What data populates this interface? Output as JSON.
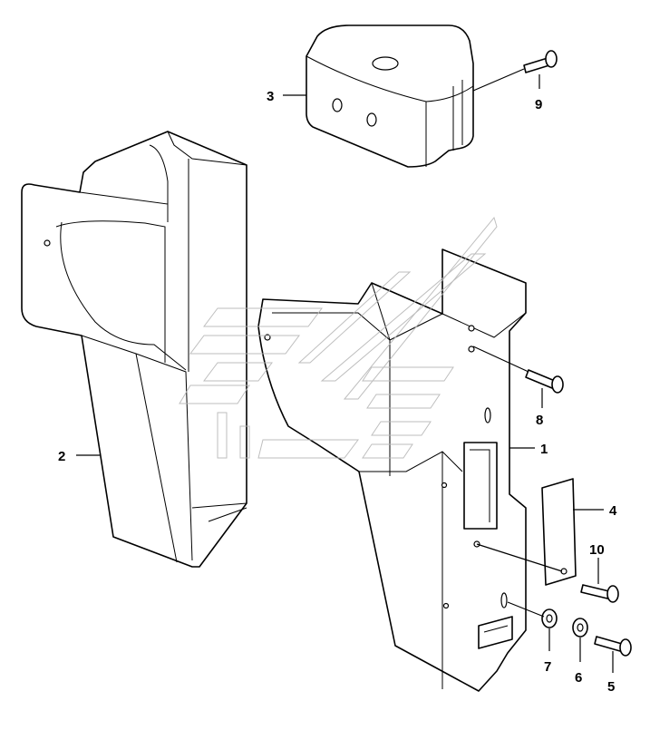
{
  "callouts": [
    {
      "id": "1",
      "text": "1"
    },
    {
      "id": "2",
      "text": "2"
    },
    {
      "id": "3",
      "text": "3"
    },
    {
      "id": "4",
      "text": "4"
    },
    {
      "id": "5",
      "text": "5"
    },
    {
      "id": "6",
      "text": "6"
    },
    {
      "id": "7",
      "text": "7"
    },
    {
      "id": "8",
      "text": "8"
    },
    {
      "id": "9",
      "text": "9"
    },
    {
      "id": "10",
      "text": "10"
    }
  ],
  "colors": {
    "line": "#000000",
    "background": "#ffffff",
    "watermark": "#b8b8b8"
  }
}
